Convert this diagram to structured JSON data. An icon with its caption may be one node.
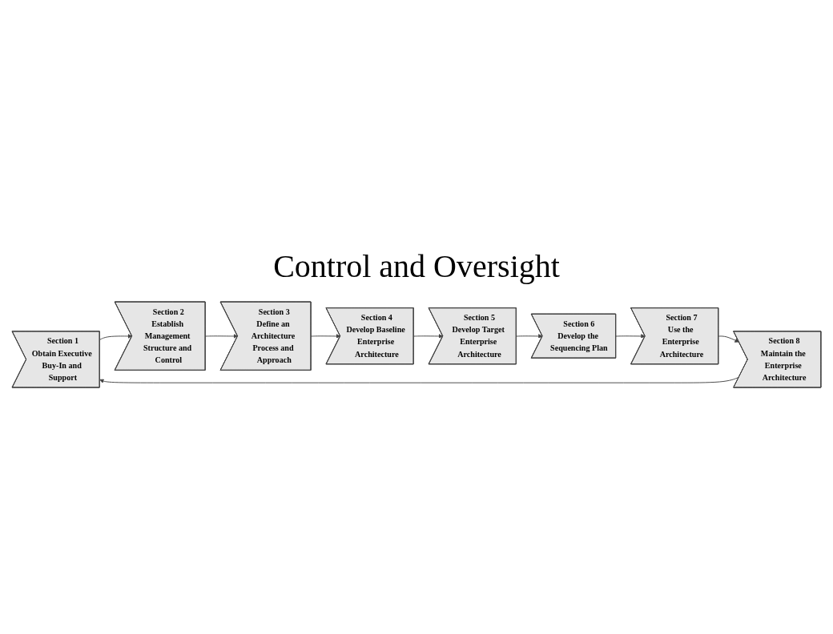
{
  "diagram": {
    "nodes": [
      {
        "text": [
          "Section 1",
          "Obtain Executive Buy-In and Support"
        ]
      },
      {
        "text": [
          "Section 2",
          "Establish Management Structure and Control"
        ]
      },
      {
        "text": [
          "Section 3",
          "Define an Architecture Process and Approach"
        ]
      },
      {
        "text": [
          "Section 4",
          "Develop Baseline Enterprise Architecture"
        ]
      },
      {
        "text": [
          "Section 5",
          "Develop Target Enterprise Architecture"
        ]
      },
      {
        "text": [
          "Section 6",
          "Develop the Sequencing Plan"
        ]
      },
      {
        "text": [
          "Section 7",
          "Use the Enterprise Architecture"
        ]
      },
      {
        "text": [
          "Section 8",
          "Maintain the Enterprise Architecture"
        ]
      }
    ],
    "edges": [
      {
        "from": 0,
        "to": 1,
        "arrow": "to"
      },
      {
        "from": 1,
        "to": 2,
        "arrow": "to"
      },
      {
        "from": 2,
        "to": 3,
        "arrow": "to"
      },
      {
        "from": 3,
        "to": 4,
        "arrow": "to"
      },
      {
        "from": 4,
        "to": 5,
        "arrow": "to"
      },
      {
        "from": 5,
        "to": 6,
        "arrow": "to"
      },
      {
        "from": 6,
        "to": 7,
        "arrow": "to"
      },
      {
        "from": 7,
        "to": 0,
        "arrow": "to"
      }
    ],
    "labels": [
      "Control and Oversight"
    ]
  }
}
